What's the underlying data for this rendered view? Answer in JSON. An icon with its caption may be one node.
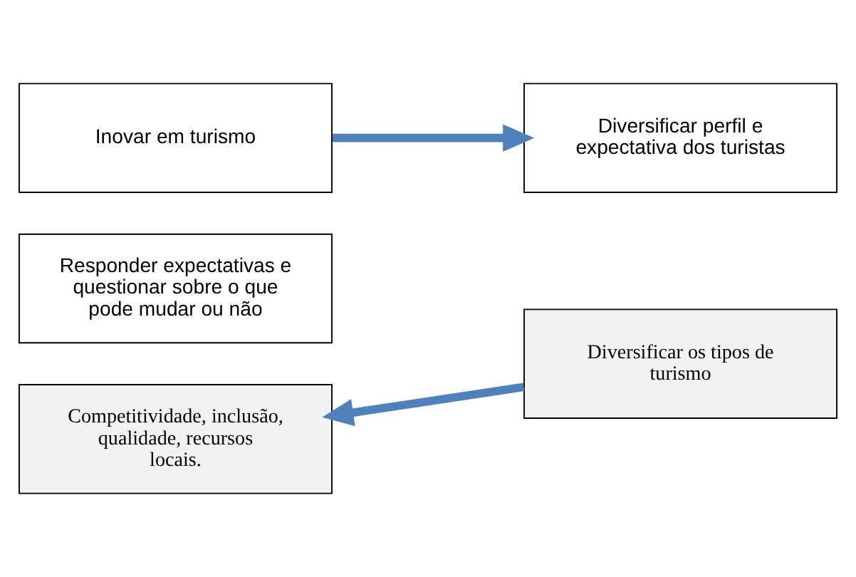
{
  "diagram": {
    "nodes": [
      {
        "text": [
          "Inovar em turismo"
        ]
      },
      {
        "text": [
          "Diversificar perfil e expectativa dos turistas"
        ]
      },
      {
        "text": [
          "Responder expectativas e questionar sobre o que pode mudar ou não"
        ]
      },
      {
        "text": [
          "Competitividade, inclusão, qualidade, recursos locais."
        ]
      },
      {
        "text": [
          "Diversificar os tipos de turismo"
        ]
      }
    ],
    "edges": [
      {
        "from": 0,
        "to": 1,
        "arrow": "to"
      },
      {
        "from": 4,
        "to": 3,
        "arrow": "to"
      }
    ]
  }
}
